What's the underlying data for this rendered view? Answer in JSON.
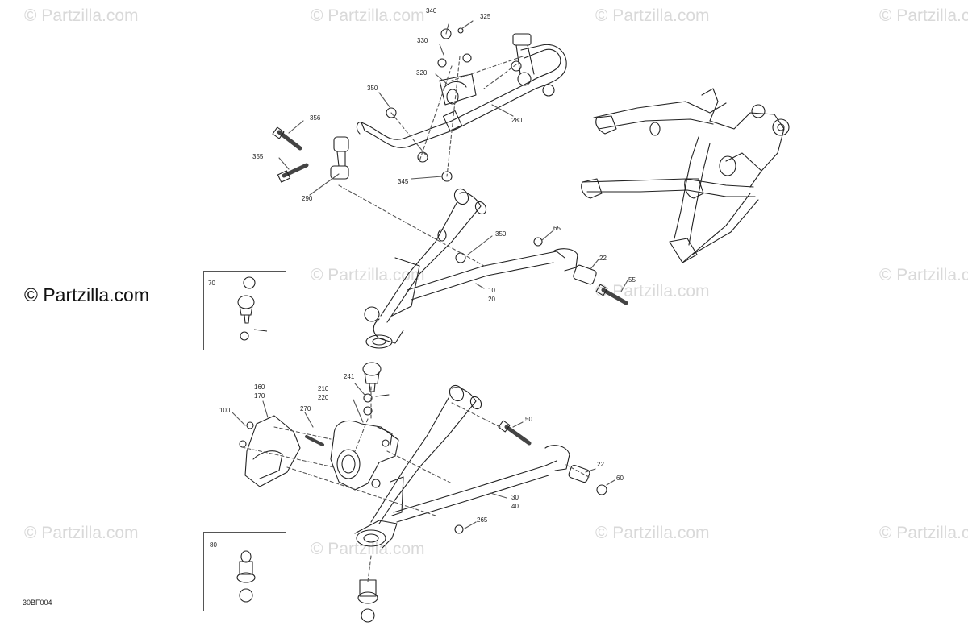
{
  "watermark": {
    "text": "© Partzilla.com",
    "main_text": "© Partzilla.com"
  },
  "diagram_code": "30BF004",
  "callouts": {
    "c340": "340",
    "c325": "325",
    "c330": "330",
    "c320": "320",
    "c350a": "350",
    "c356": "356",
    "c355": "355",
    "c290": "290",
    "c280": "280",
    "c345": "345",
    "c350b": "350",
    "c65": "65",
    "c22a": "22",
    "c55": "55",
    "c10": "10",
    "c20": "20",
    "c70": "70",
    "c241": "241",
    "c210": "210",
    "c220": "220",
    "c160": "160",
    "c170": "170",
    "c100": "100",
    "c270": "270",
    "c50": "50",
    "c22b": "22",
    "c60": "60",
    "c30": "30",
    "c40": "40",
    "c265": "265",
    "c80": "80"
  }
}
